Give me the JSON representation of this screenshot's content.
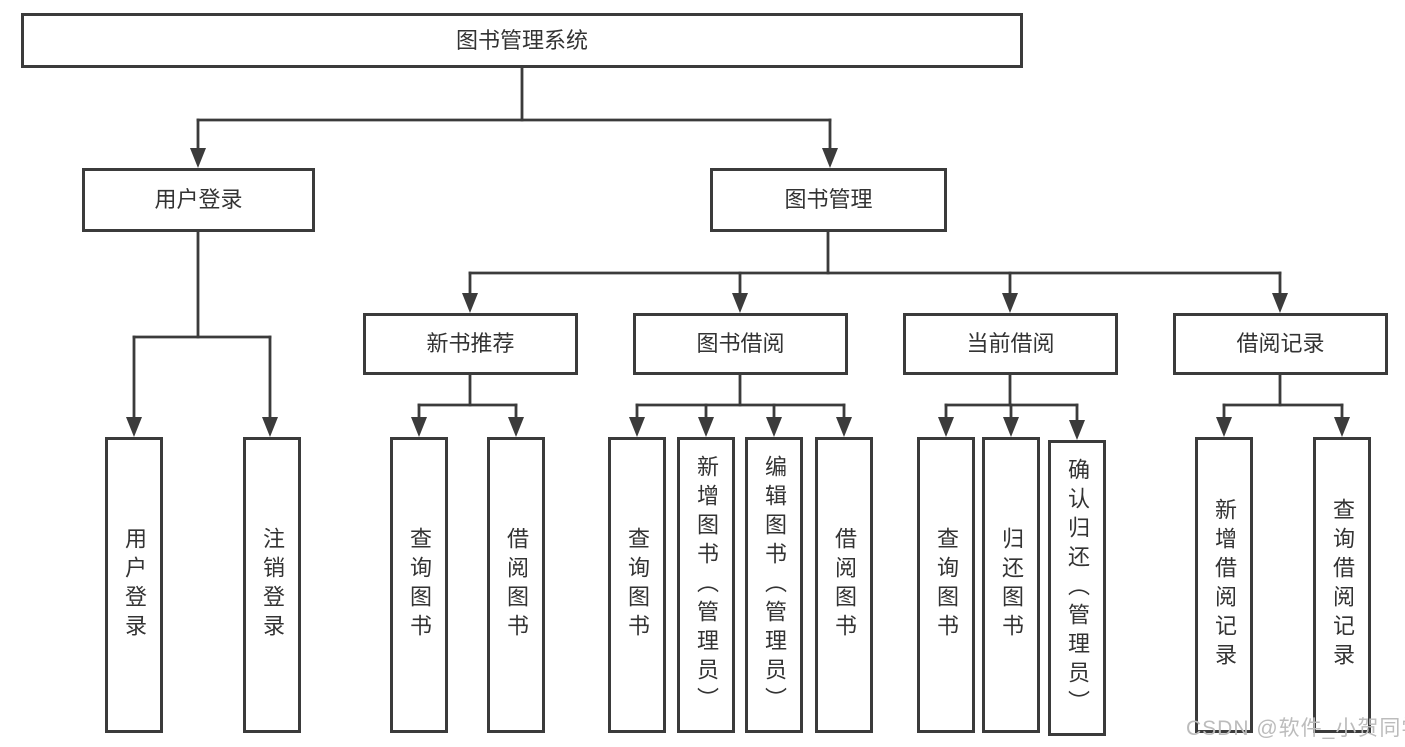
{
  "tree": {
    "label": "图书管理系统",
    "children": [
      {
        "label": "用户登录",
        "children": [
          {
            "label": "用户登录"
          },
          {
            "label": "注销登录"
          }
        ]
      },
      {
        "label": "图书管理",
        "children": [
          {
            "label": "新书推荐",
            "children": [
              {
                "label": "查询图书"
              },
              {
                "label": "借阅图书"
              }
            ]
          },
          {
            "label": "图书借阅",
            "children": [
              {
                "label": "查询图书"
              },
              {
                "label": "新增图书（管理员）"
              },
              {
                "label": "编辑图书（管理员）"
              },
              {
                "label": "借阅图书"
              }
            ]
          },
          {
            "label": "当前借阅",
            "children": [
              {
                "label": "查询图书"
              },
              {
                "label": "归还图书"
              },
              {
                "label": "确认归还（管理员）"
              }
            ]
          },
          {
            "label": "借阅记录",
            "children": [
              {
                "label": "新增借阅记录"
              },
              {
                "label": "查询借阅记录"
              }
            ]
          }
        ]
      }
    ]
  },
  "watermark": "CSDN @软件_小贺同学",
  "colors": {
    "line": "#3b3b3b",
    "text": "#333333",
    "watermark": "#bcbcbc",
    "background": "#ffffff"
  }
}
